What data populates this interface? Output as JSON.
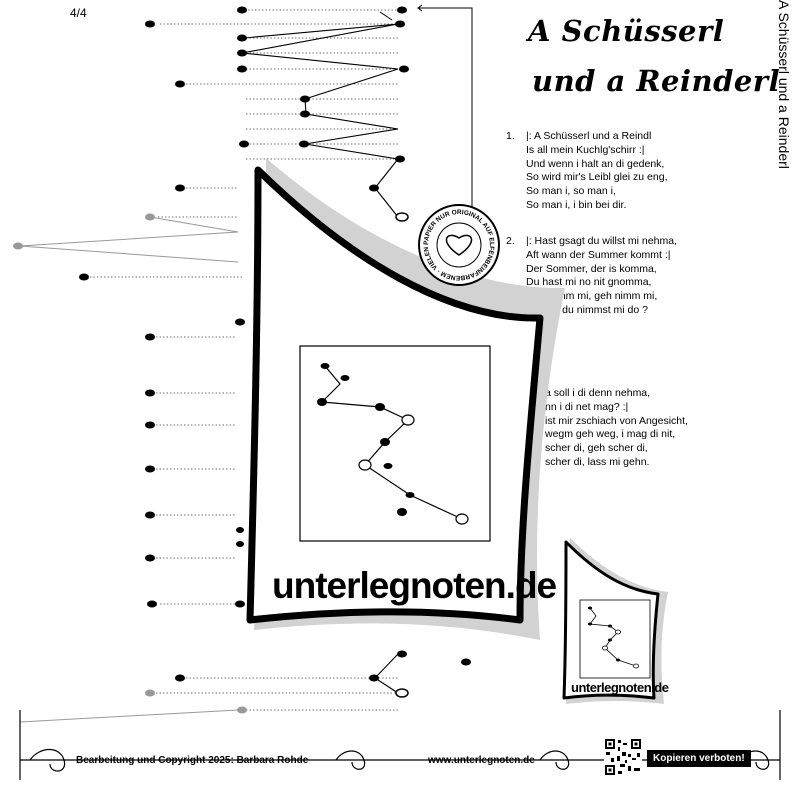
{
  "page_number": "4/4",
  "title": {
    "line1": "A Schüsserl",
    "line2": "und a Reinderl"
  },
  "side_title": "A Schüsserl und a Reinderl",
  "verses": [
    {
      "number": "1.",
      "lines": [
        "|: A Schüsserl und a Reindl",
        "Is all mein Kuchlg'schirr :|",
        "Und wenn i halt an di gedenk,",
        "So wird mir's Leibl glei zu eng,",
        "So man i, so man i,",
        "So man i, i bin bei dir."
      ]
    },
    {
      "number": "2.",
      "lines": [
        "|: Hast gsagt du willst mi nehma,",
        "Aft wann der Summer kommt :|",
        "Der Sommer, der is komma,",
        "Du hast mi no nit gnomma,",
        "Geh nimm mi, geh nimm mi,",
        "Gelt ja, du nimmst mi do ?"
      ]
    },
    {
      "number": "",
      "lines": [
        "a soll i di denn nehma,",
        "nn i di net mag? :|",
        "ist mir zschiach von Angesicht,",
        "wegm geh weg, i mag di nit,",
        "scher di, geh scher di,",
        "scher di, lass mi gehn."
      ]
    }
  ],
  "seal_text": "PAPIER NUR ORIGINAL AUF ELFENBEINFARBENEM · VIELEN DANK FÜR IHRE",
  "watermark": {
    "site": "unterlegnoten.de",
    "site_small": "unterlegnoten.de"
  },
  "footer": {
    "copyright": "Bearbeitung und Copyright 2025: Barbara Rohde",
    "website": "www.unterlegnoten.de",
    "copy_notice": "Kopieren verboten!"
  }
}
